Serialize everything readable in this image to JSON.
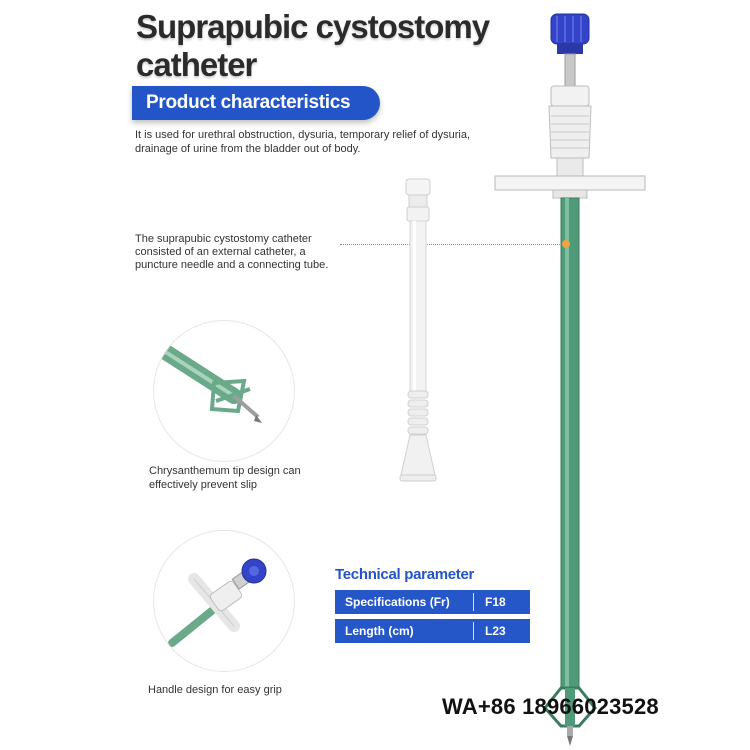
{
  "title_line1": "Suprapubic cystostomy",
  "title_line2": "catheter",
  "section_label": "Product characteristics",
  "description": "It is used for urethral obstruction, dysuria, temporary relief of dysuria, drainage of urine from the bladder out of body.",
  "composition_note": "The suprapubic cystostomy catheter consisted of an external catheter, a puncture needle and a connecting tube.",
  "tip_caption": "Chrysanthemum tip design can effectively prevent slip",
  "handle_caption": "Handle design for easy grip",
  "tech": {
    "title": "Technical parameter",
    "rows": [
      {
        "label": "Specifications (Fr)",
        "value": "F18"
      },
      {
        "label": "Length (cm)",
        "value": "L23"
      }
    ]
  },
  "contact": "WA+86 18966023528",
  "colors": {
    "accent_blue": "#2355c9",
    "tube_green": "#4f9a78",
    "cap_blue": "#3344c8",
    "marker_orange": "#f0a540"
  }
}
